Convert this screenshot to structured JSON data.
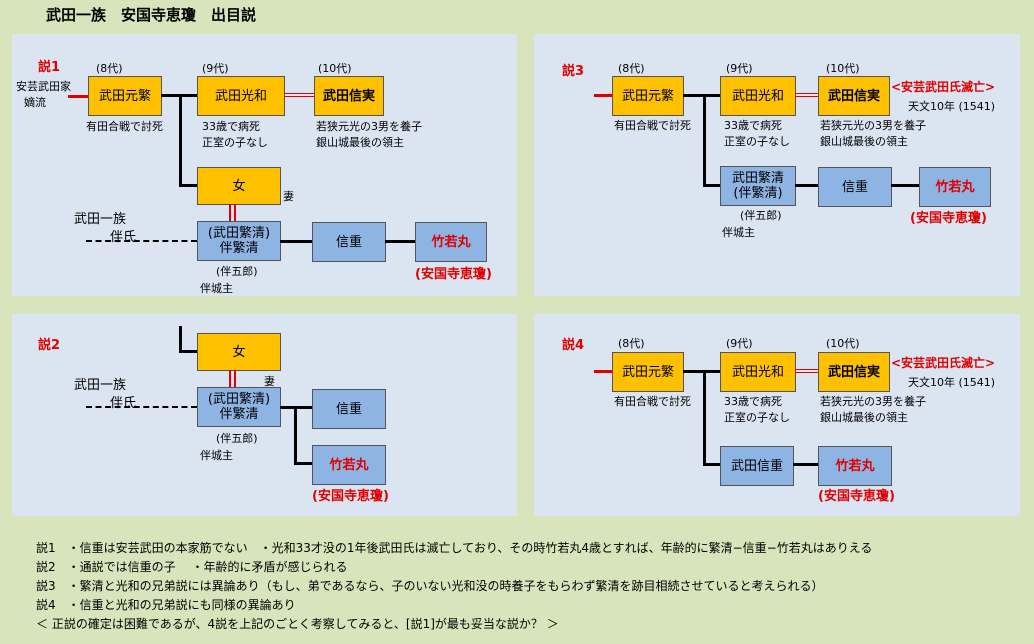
{
  "title": "武田一族　安国寺恵瓊　出目説",
  "colors": {
    "orange": "#ffc000",
    "blue": "#8eb4e3",
    "red": "#e00000",
    "panel": "#dbe5f1",
    "background": "#d8e4bc"
  },
  "p1": {
    "label": "説1",
    "left_note1": "安芸武田家",
    "left_note2": "嫡流",
    "gen8": "(8代)",
    "gen9": "(9代)",
    "gen10": "(10代)",
    "motoshige": "武田元繁",
    "motoshige_note": "有田合戦で討死",
    "mitsukazu": "武田光和",
    "mitsukazu_note1": "33歳で病死",
    "mitsukazu_note2": "正室の子なし",
    "nobuzane": "武田信実",
    "nobuzane_note1": "若狭元光の3男を養子",
    "nobuzane_note2": "銀山城最後の領主",
    "onna": "女",
    "tsuma": "妻",
    "clan1": "武田一族",
    "clan2": "伴氏",
    "shigekiyo1": "(武田繁清)",
    "shigekiyo2": "伴繁清",
    "gorou": "(伴五郎)",
    "castle": "伴城主",
    "nobushige": "信重",
    "takewaka": "竹若丸",
    "ekei": "(安国寺恵瓊)"
  },
  "p2": {
    "label": "説2",
    "onna": "女",
    "tsuma": "妻",
    "clan1": "武田一族",
    "clan2": "伴氏",
    "shigekiyo1": "(武田繁清)",
    "shigekiyo2": "伴繁清",
    "gorou": "(伴五郎)",
    "castle": "伴城主",
    "nobushige": "信重",
    "takewaka": "竹若丸",
    "ekei": "(安国寺恵瓊)"
  },
  "p3": {
    "label": "説3",
    "gen8": "(8代)",
    "gen9": "(9代)",
    "gen10": "(10代)",
    "motoshige": "武田元繁",
    "motoshige_note": "有田合戦で討死",
    "mitsukazu": "武田光和",
    "mitsukazu_note1": "33歳で病死",
    "mitsukazu_note2": "正室の子なし",
    "nobuzane": "武田信実",
    "nobuzane_note1": "若狭元光の3男を養子",
    "nobuzane_note2": "銀山城最後の領主",
    "metsubou": "<安芸武田氏滅亡>",
    "year": "天文10年 (1541)",
    "shigekiyo1": "武田繁清",
    "shigekiyo2": "(伴繁清)",
    "gorou": "(伴五郎)",
    "castle": "伴城主",
    "nobushige": "信重",
    "takewaka": "竹若丸",
    "ekei": "(安国寺恵瓊)"
  },
  "p4": {
    "label": "説4",
    "gen8": "(8代)",
    "gen9": "(9代)",
    "gen10": "(10代)",
    "motoshige": "武田元繁",
    "motoshige_note": "有田合戦で討死",
    "mitsukazu": "武田光和",
    "mitsukazu_note1": "33歳で病死",
    "mitsukazu_note2": "正室の子なし",
    "nobuzane": "武田信実",
    "nobuzane_note1": "若狭元光の3男を養子",
    "nobuzane_note2": "銀山城最後の領主",
    "metsubou": "<安芸武田氏滅亡>",
    "year": "天文10年 (1541)",
    "nobushige": "武田信重",
    "takewaka": "竹若丸",
    "ekei": "(安国寺恵瓊)"
  },
  "notes": [
    "説1　・信重は安芸武田の本家筋でない　・光和33才没の1年後武田氏は滅亡しており、その時竹若丸4歳とすれば、年齢的に繁清−信重−竹若丸はありえる",
    "説2　・通説では信重の子　 ・年齢的に矛盾が感じられる",
    "説3　・繁清と光和の兄弟説には異論あり（もし、弟であるなら、子のいない光和没の時養子をもらわず繁清を跡目相続させていると考えられる）",
    "説4　・信重と光和の兄弟説にも同様の異論あり",
    "＜ 正説の確定は困難であるが、4説を上記のごとく考察してみると、[説1]が最も妥当な説か？ ＞"
  ]
}
